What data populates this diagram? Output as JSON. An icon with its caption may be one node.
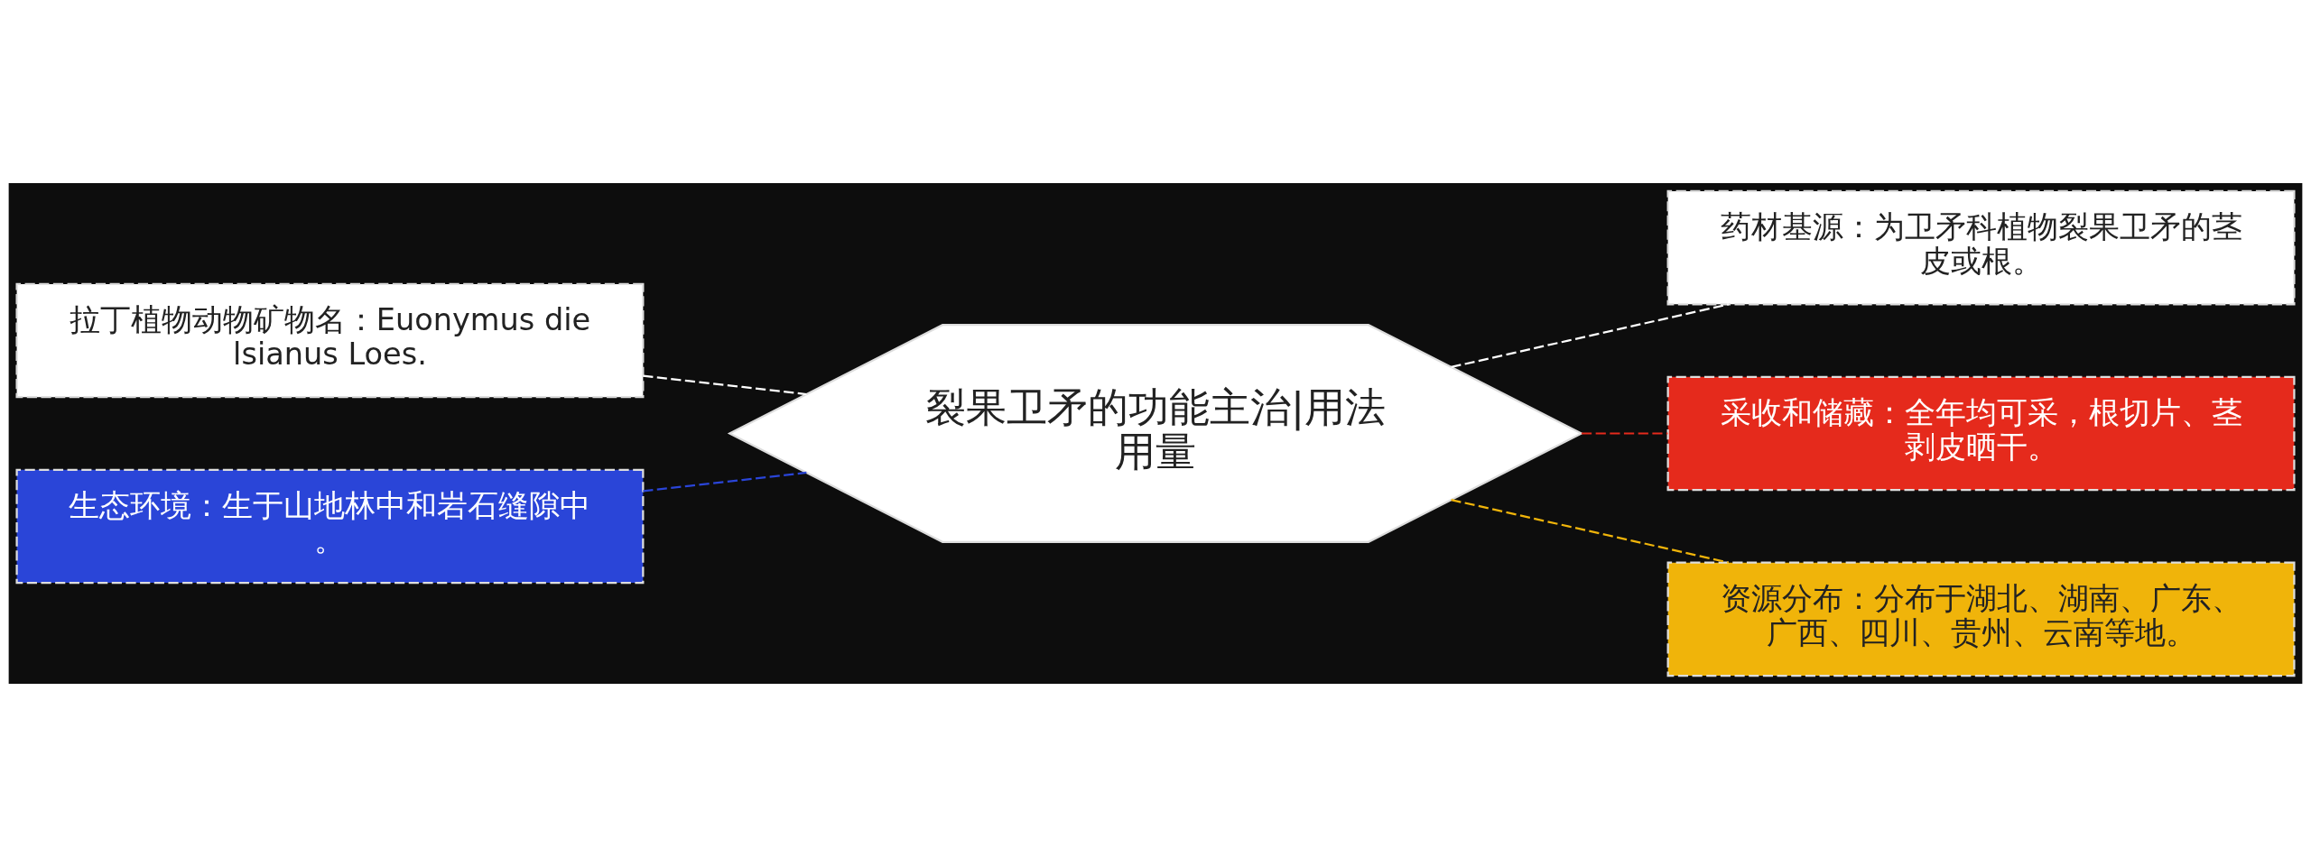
{
  "diagram": {
    "nodes": [
      {
        "text": [
          "裂果卫矛的功能主治|用法用量"
        ]
      },
      {
        "text": [
          "拉丁植物动物矿物名：Euonymus dielsianus Loes."
        ]
      },
      {
        "text": [
          "生态环境：生于山地林中和岩石缝隙中。"
        ]
      },
      {
        "text": [
          "药材基源：为卫矛科植物裂果卫矛的茎皮或根。"
        ]
      },
      {
        "text": [
          "采收和储藏：全年均可采，根切片、茎剥皮晒干。"
        ]
      },
      {
        "text": [
          "资源分布：分布于湖北、湖南、广东、广西、四川、贵州、云南等地。"
        ]
      }
    ],
    "edges": [
      {
        "from": 0,
        "to": 1,
        "arrow": "none",
        "style": "dashed",
        "color": "#ffffff"
      },
      {
        "from": 0,
        "to": 2,
        "arrow": "none",
        "style": "dashed",
        "color": "#2a45d8"
      },
      {
        "from": 0,
        "to": 3,
        "arrow": "none",
        "style": "dashed",
        "color": "#ffffff"
      },
      {
        "from": 0,
        "to": 4,
        "arrow": "none",
        "style": "dashed",
        "color": "#e52a1c"
      },
      {
        "from": 0,
        "to": 5,
        "arrow": "none",
        "style": "dashed",
        "color": "#f0b40a"
      }
    ]
  }
}
